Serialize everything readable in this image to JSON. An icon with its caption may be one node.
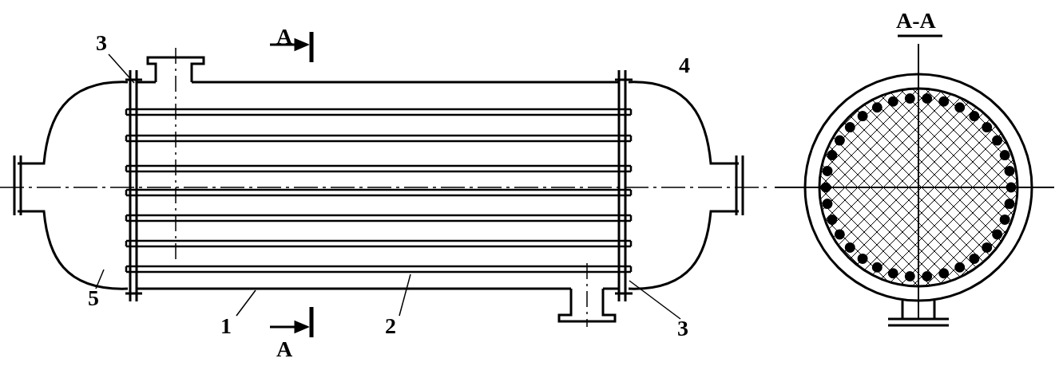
{
  "diagram": {
    "nodes": [
      {
        "text": [
          "3"
        ]
      },
      {
        "text": [
          "5"
        ]
      },
      {
        "text": [
          "1"
        ]
      },
      {
        "text": [
          "2"
        ]
      },
      {
        "text": [
          "3"
        ]
      }
    ],
    "edges": [
      {
        "from": 0,
        "to": null,
        "arrow": "none"
      },
      {
        "from": 1,
        "to": null,
        "arrow": "none"
      },
      {
        "from": 2,
        "to": null,
        "arrow": "none"
      },
      {
        "from": 3,
        "to": null,
        "arrow": "none"
      },
      {
        "from": 4,
        "to": null,
        "arrow": "none"
      }
    ],
    "labels": [
      "A",
      "4",
      "A-A",
      "A"
    ]
  }
}
